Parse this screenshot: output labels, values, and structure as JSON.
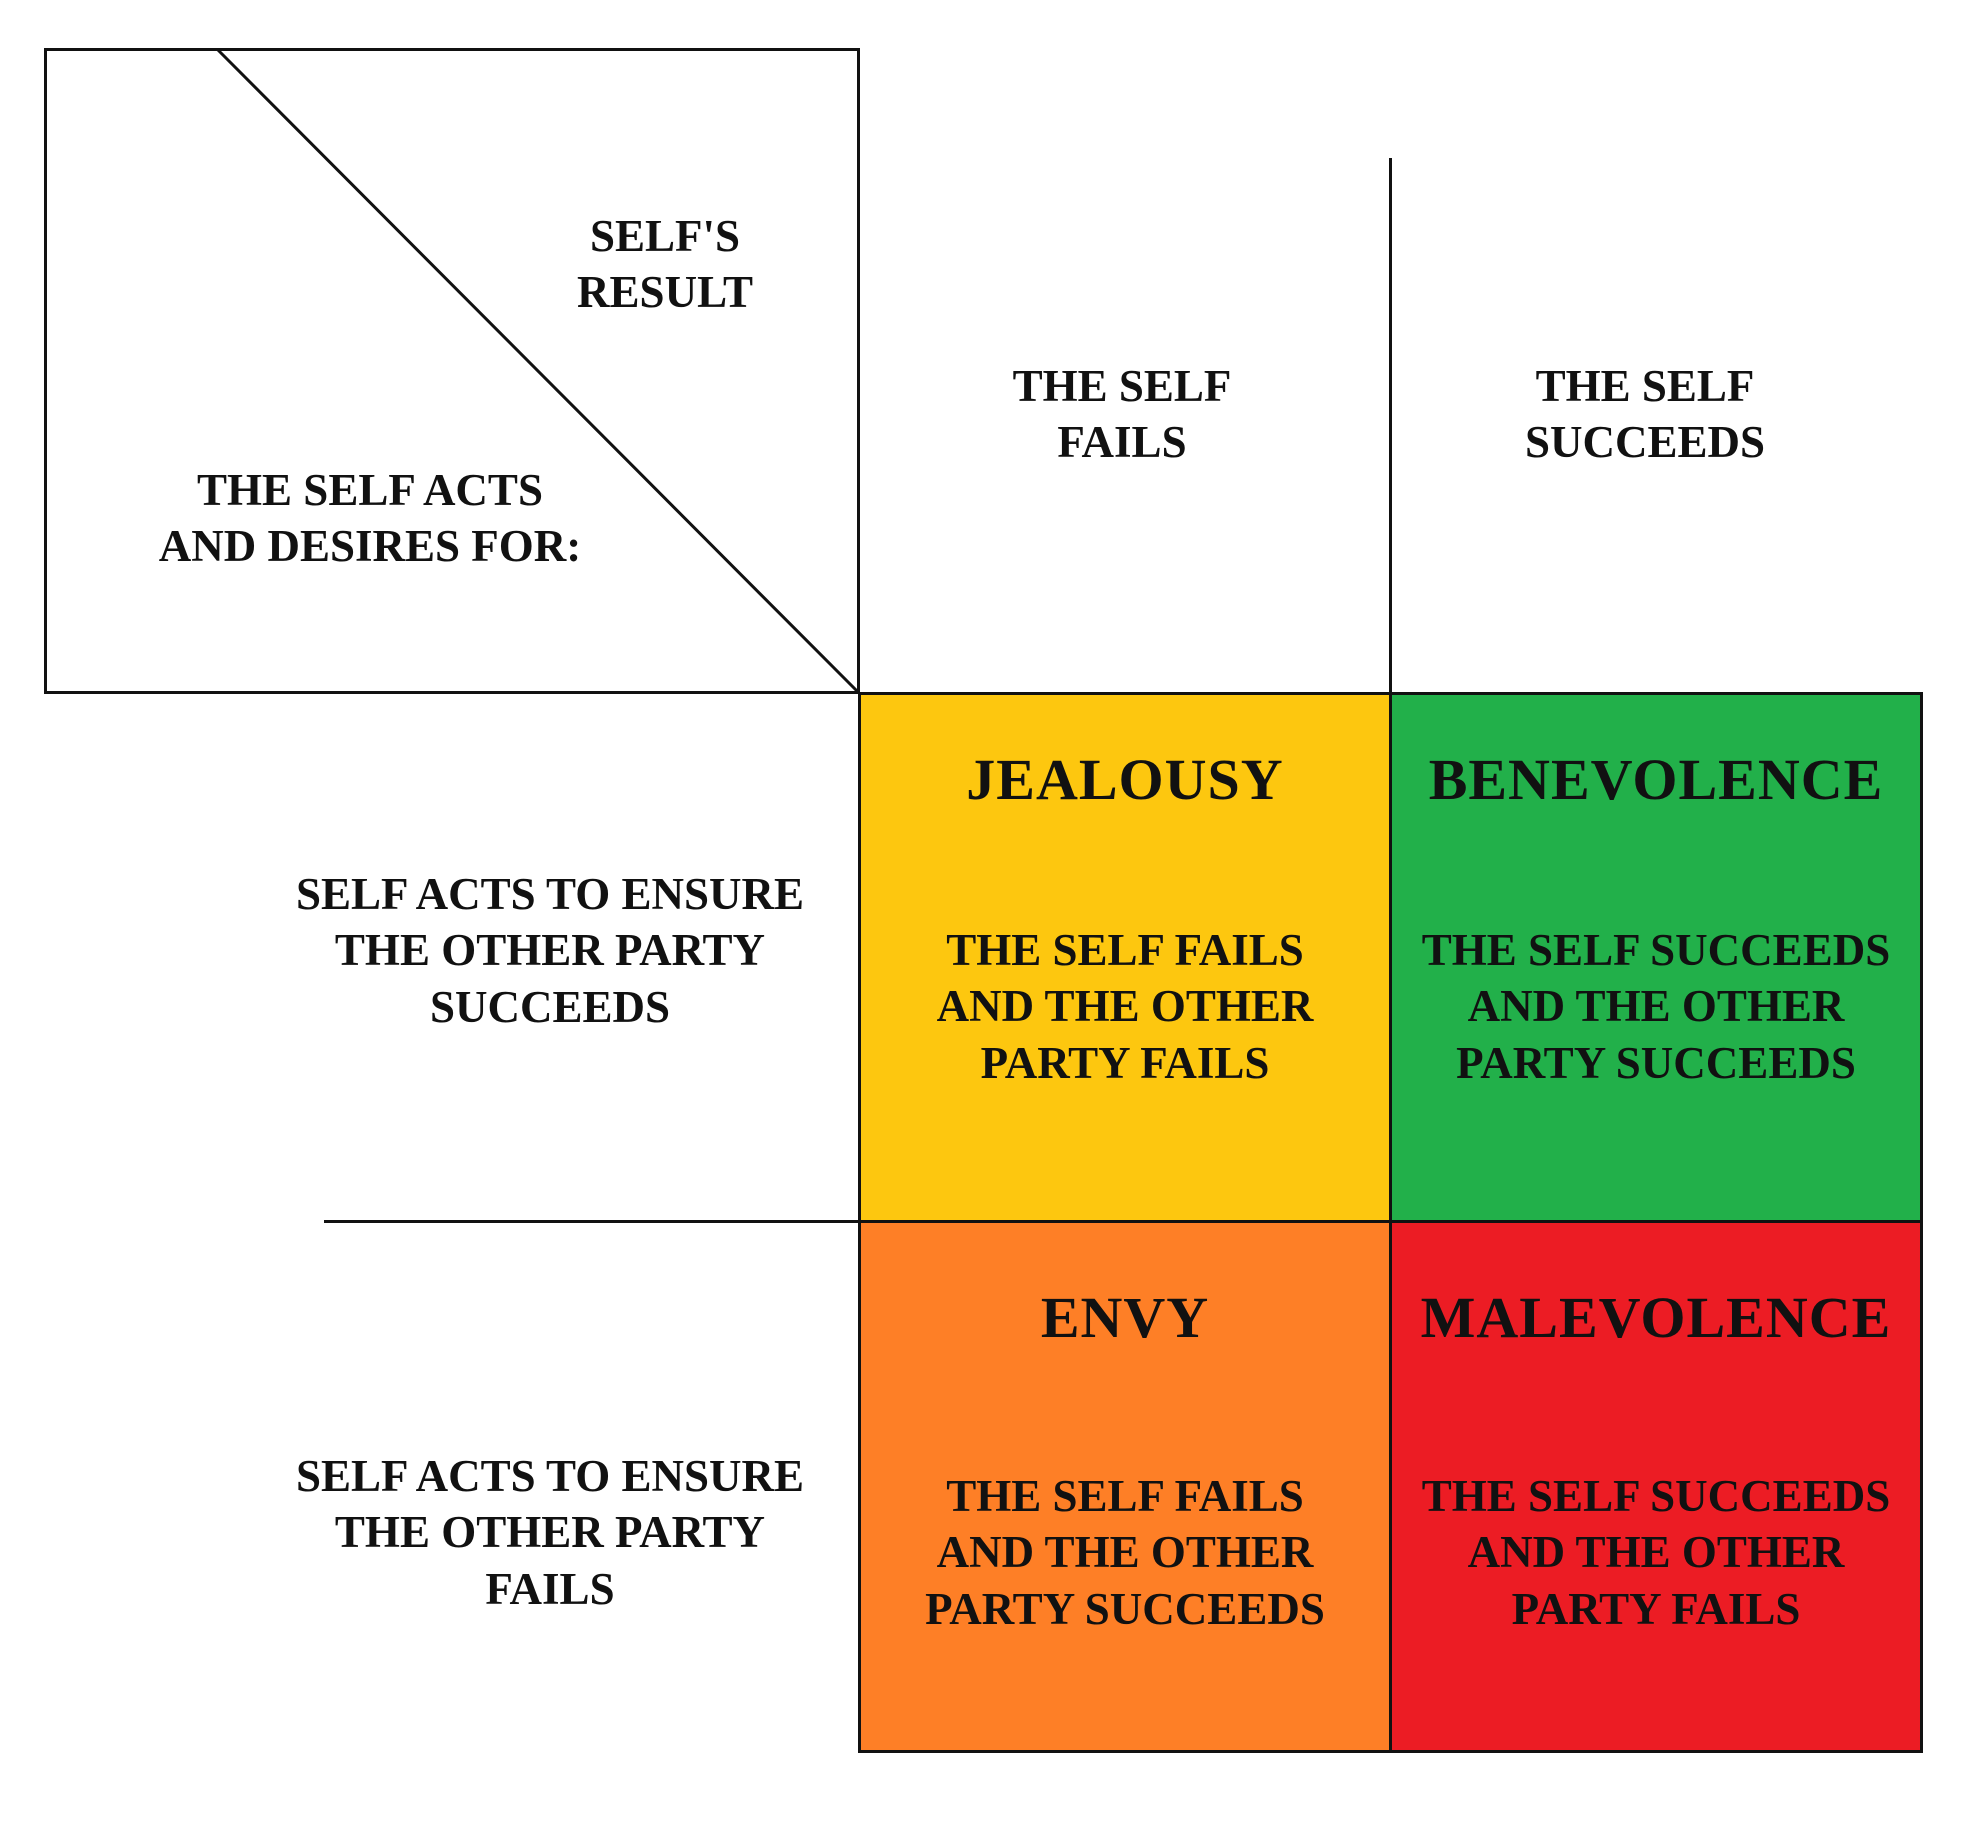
{
  "corner": {
    "column_axis_label": "SELF'S\nRESULT",
    "row_axis_label": "THE SELF ACTS\nAND DESIRES FOR:"
  },
  "columns": [
    {
      "label": "THE SELF\nFAILS"
    },
    {
      "label": "THE SELF\nSUCCEEDS"
    }
  ],
  "rows": [
    {
      "label": "SELF ACTS TO ENSURE\nTHE OTHER PARTY\nSUCCEEDS"
    },
    {
      "label": "SELF ACTS TO ENSURE\nTHE OTHER PARTY\nFAILS"
    }
  ],
  "cells": [
    {
      "title": "JEALOUSY",
      "description": "THE SELF FAILS\nAND THE OTHER\nPARTY FAILS",
      "color": "#FDC70F"
    },
    {
      "title": "BENEVOLENCE",
      "description": "THE SELF SUCCEEDS\nAND THE OTHER\nPARTY SUCCEEDS",
      "color": "#22B04A"
    },
    {
      "title": "ENVY",
      "description": "THE SELF FAILS\nAND THE OTHER\nPARTY SUCCEEDS",
      "color": "#FE7F26"
    },
    {
      "title": "MALEVOLENCE",
      "description": "THE SELF SUCCEEDS\nAND THE OTHER\nPARTY FAILS",
      "color": "#EC1C24"
    }
  ],
  "colors": {
    "line": "#111111",
    "text": "#111111"
  }
}
